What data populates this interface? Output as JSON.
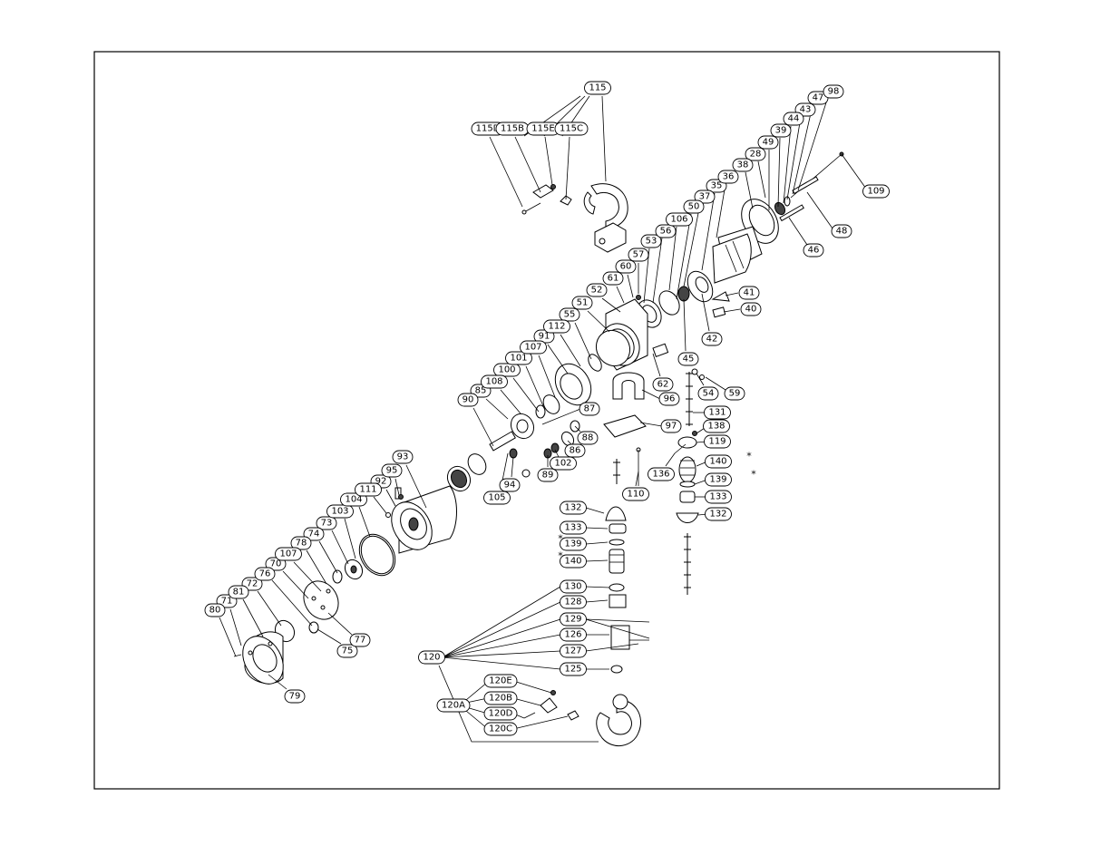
{
  "labels": [
    "115",
    "115D",
    "115B",
    "115E",
    "115C",
    "109",
    "98",
    "47",
    "43",
    "44",
    "39",
    "49",
    "28",
    "38",
    "36",
    "35",
    "37",
    "50",
    "106",
    "56",
    "53",
    "57",
    "60",
    "61",
    "52",
    "51",
    "55",
    "112",
    "91",
    "107",
    "101",
    "100",
    "108",
    "85",
    "90",
    "87",
    "48",
    "46",
    "41",
    "40",
    "42",
    "45",
    "62",
    "54",
    "59",
    "96",
    "131",
    "97",
    "138",
    "119",
    "140",
    "139",
    "133",
    "132",
    "88",
    "86",
    "102",
    "89",
    "94",
    "105",
    "110",
    "136",
    "93",
    "95",
    "111",
    "92",
    "104",
    "103",
    "73",
    "74",
    "78",
    "76",
    "70",
    "72",
    "81",
    "71",
    "80",
    "79",
    "77",
    "75",
    "130",
    "128",
    "129",
    "126",
    "127",
    "125",
    "120",
    "120A",
    "120E",
    "120B",
    "120D",
    "120C"
  ],
  "stars": [
    "*"
  ]
}
